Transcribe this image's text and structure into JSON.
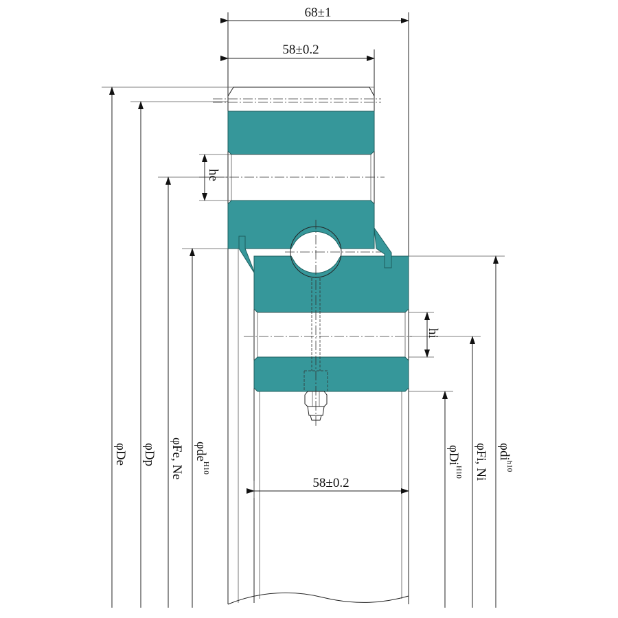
{
  "colors": {
    "ring": "#36979a",
    "line": "#222222"
  },
  "dimensions": {
    "overall_width": "68±1",
    "outer_ring_width": "58±0.2",
    "inner_ring_width": "58±0.2",
    "he": "he",
    "hi": "hi"
  },
  "diameters_left": [
    {
      "label": "φDe",
      "sup": ""
    },
    {
      "label": "φDp",
      "sup": ""
    },
    {
      "label": "φFe, Ne",
      "sup": ""
    },
    {
      "label": "φde",
      "sup": "H10"
    }
  ],
  "diameters_right": [
    {
      "label": "φDi",
      "sup": "H10"
    },
    {
      "label": "φFi, Ni",
      "sup": ""
    },
    {
      "label": "φdi",
      "sup": "h10"
    }
  ]
}
